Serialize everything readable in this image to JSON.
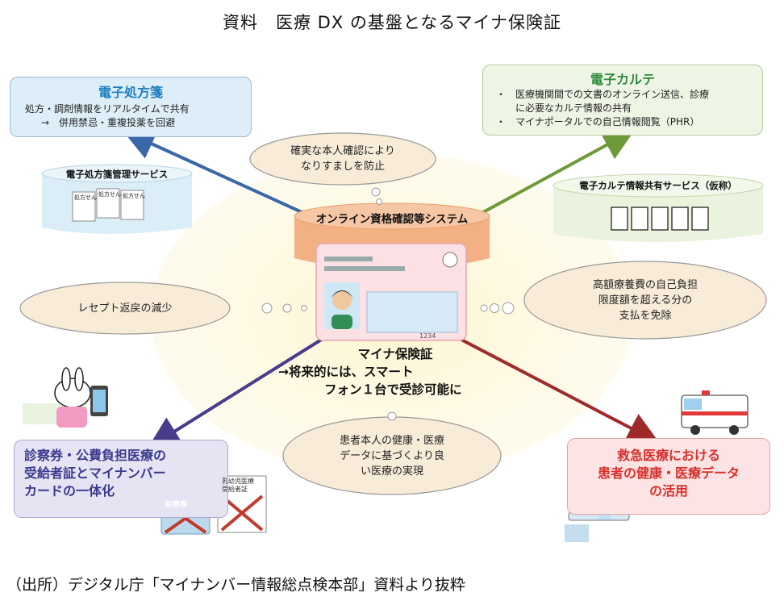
{
  "title": "資料　医療 DX の基盤となるマイナ保険証",
  "source": "（出所）デジタル庁「マイナンバー情報総点検本部」資料より抜粋",
  "center": {
    "system_label": "オンライン資格確認等システム",
    "card_label": "マイナ保険証",
    "card_sub1": "→将来的には、スマート",
    "card_sub2": "フォン１台で受診可能に",
    "card_number": "1234"
  },
  "e_prescription": {
    "heading": "電子処方箋",
    "line1": "処方・調剤情報をリアルタイムで共有",
    "line2": "→　併用禁忌・重複投薬を回避",
    "service": "電子処方箋管理サービス",
    "sheet_label": "処方せん"
  },
  "e_chart": {
    "heading": "電子カルテ",
    "line1": "・　医療機関間での文書のオンライン送信、診療",
    "line2": "　　に必要なカルテ情報の共有",
    "line3": "・　マイナポータルでの自己情報閲覧（PHR）",
    "service": "電子カルテ情報共有サービス（仮称）"
  },
  "integration": {
    "line1": "診察券・公費負担医療の",
    "line2": "受給者証とマイナンバー",
    "line3": "カードの一体化",
    "card1": "診察券",
    "card2_line1": "乳幼児医療",
    "card2_line2": "受給者証"
  },
  "emergency": {
    "line1": "救急医療における",
    "line2": "患者の健康・医療データ",
    "line3": "の活用"
  },
  "clouds": {
    "identity_line1": "確実な本人確認により",
    "identity_line2": "なりすましを防止",
    "receipt": "レセプト返戻の減少",
    "cost_line1": "高額療養費の自己負担",
    "cost_line2": "限度額を超える分の",
    "cost_line3": "支払を免除",
    "data_line1": "患者本人の健康・医療",
    "data_line2": "データに基づくより良",
    "data_line3": "い医療の実現"
  },
  "colors": {
    "arrow_blue": "#3a67a8",
    "arrow_green": "#6e9a3a",
    "arrow_purple": "#4a3c8c",
    "arrow_red": "#9e2a2a",
    "system_orange": "#f3b183",
    "heading_blue": "#1d7fc1",
    "heading_green": "#2e8b3c",
    "heading_red": "#d9302c"
  }
}
